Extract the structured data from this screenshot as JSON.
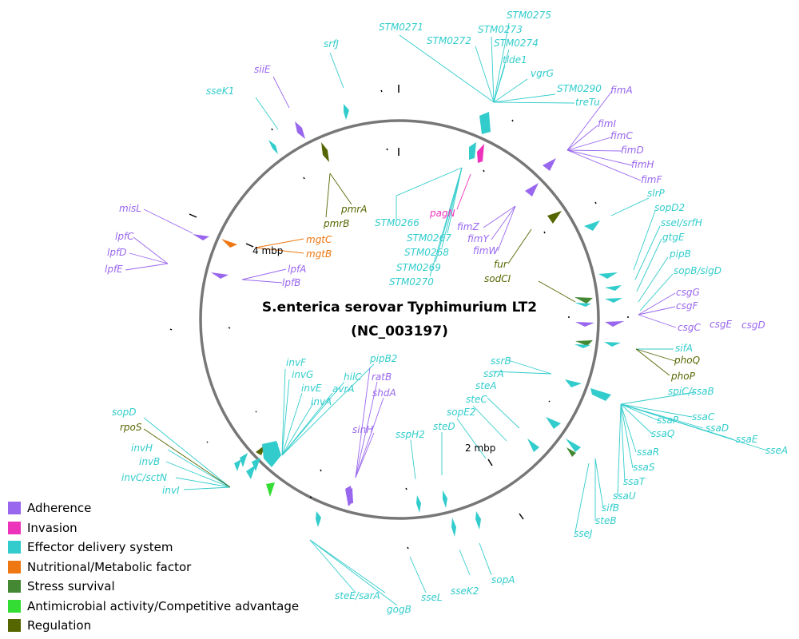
{
  "title": {
    "line1": "S.enterica serovar Typhimurium LT2",
    "line2": "(NC_003197)"
  },
  "scale_labels": {
    "mbp4": "4 mbp",
    "mbp2": "2 mbp"
  },
  "colors": {
    "adherence": "#9966ee",
    "invasion": "#ee33bb",
    "effector": "#33cccc",
    "nutritional": "#ee7711",
    "stress": "#448833",
    "antimicrobial": "#33dd33",
    "regulation": "#556600"
  },
  "legend": [
    {
      "label": "Adherence",
      "color": "#9966ee"
    },
    {
      "label": "Invasion",
      "color": "#ee33bb"
    },
    {
      "label": "Effector delivery system",
      "color": "#33cccc"
    },
    {
      "label": "Nutritional/Metabolic factor",
      "color": "#ee7711"
    },
    {
      "label": "Stress survival",
      "color": "#448833"
    },
    {
      "label": "Antimicrobial activity/Competitive advantage",
      "color": "#33dd33"
    },
    {
      "label": "Regulation",
      "color": "#556600"
    }
  ],
  "gene_labels": [
    {
      "text": "STM0275",
      "cat": "effector"
    },
    {
      "text": "STM0271",
      "cat": "effector"
    },
    {
      "text": "STM0273",
      "cat": "effector"
    },
    {
      "text": "STM0272",
      "cat": "effector"
    },
    {
      "text": "STM0274",
      "cat": "effector"
    },
    {
      "text": "tlde1",
      "cat": "effector"
    },
    {
      "text": "vgrG",
      "cat": "effector"
    },
    {
      "text": "STM0290",
      "cat": "effector"
    },
    {
      "text": "treTu",
      "cat": "effector"
    },
    {
      "text": "fimA",
      "cat": "adherence"
    },
    {
      "text": "srfJ",
      "cat": "effector"
    },
    {
      "text": "siiE",
      "cat": "adherence"
    },
    {
      "text": "sseK1",
      "cat": "effector"
    },
    {
      "text": "fimI",
      "cat": "adherence"
    },
    {
      "text": "fimC",
      "cat": "adherence"
    },
    {
      "text": "fimD",
      "cat": "adherence"
    },
    {
      "text": "fimH",
      "cat": "adherence"
    },
    {
      "text": "fimF",
      "cat": "adherence"
    },
    {
      "text": "slrP",
      "cat": "effector"
    },
    {
      "text": "sopD2",
      "cat": "effector"
    },
    {
      "text": "sseI/srfH",
      "cat": "effector"
    },
    {
      "text": "gtgE",
      "cat": "effector"
    },
    {
      "text": "pipB",
      "cat": "effector"
    },
    {
      "text": "sopB/sigD",
      "cat": "effector"
    },
    {
      "text": "csgG",
      "cat": "adherence"
    },
    {
      "text": "csgF",
      "cat": "adherence"
    },
    {
      "text": "csgC",
      "cat": "adherence"
    },
    {
      "text": "csgE",
      "cat": "adherence"
    },
    {
      "text": "csgD",
      "cat": "adherence"
    },
    {
      "text": "pmrA",
      "cat": "regulation"
    },
    {
      "text": "pmrB",
      "cat": "regulation"
    },
    {
      "text": "STM0266",
      "cat": "effector"
    },
    {
      "text": "pagN",
      "cat": "invasion"
    },
    {
      "text": "STM0267",
      "cat": "effector"
    },
    {
      "text": "STM0268",
      "cat": "effector"
    },
    {
      "text": "STM0269",
      "cat": "effector"
    },
    {
      "text": "STM0270",
      "cat": "effector"
    },
    {
      "text": "fimZ",
      "cat": "adherence"
    },
    {
      "text": "fimY",
      "cat": "adherence"
    },
    {
      "text": "fimW",
      "cat": "adherence"
    },
    {
      "text": "fur",
      "cat": "regulation"
    },
    {
      "text": "sodCI",
      "cat": "regulation"
    },
    {
      "text": "misL",
      "cat": "adherence"
    },
    {
      "text": "lpfC",
      "cat": "adherence"
    },
    {
      "text": "lpfD",
      "cat": "adherence"
    },
    {
      "text": "lpfE",
      "cat": "adherence"
    },
    {
      "text": "mgtC",
      "cat": "nutritional"
    },
    {
      "text": "mgtB",
      "cat": "nutritional"
    },
    {
      "text": "lpfA",
      "cat": "adherence"
    },
    {
      "text": "lpfB",
      "cat": "adherence"
    },
    {
      "text": "sifA",
      "cat": "effector"
    },
    {
      "text": "phoQ",
      "cat": "regulation"
    },
    {
      "text": "phoP",
      "cat": "regulation"
    },
    {
      "text": "ssrB",
      "cat": "effector"
    },
    {
      "text": "ssrA",
      "cat": "effector"
    },
    {
      "text": "steA",
      "cat": "effector"
    },
    {
      "text": "steC",
      "cat": "effector"
    },
    {
      "text": "sopE2",
      "cat": "effector"
    },
    {
      "text": "steD",
      "cat": "effector"
    },
    {
      "text": "sspH2",
      "cat": "effector"
    },
    {
      "text": "spiC/ssaB",
      "cat": "effector"
    },
    {
      "text": "ssaC",
      "cat": "effector"
    },
    {
      "text": "ssaP",
      "cat": "effector"
    },
    {
      "text": "ssaD",
      "cat": "effector"
    },
    {
      "text": "ssaQ",
      "cat": "effector"
    },
    {
      "text": "ssaE",
      "cat": "effector"
    },
    {
      "text": "ssaR",
      "cat": "effector"
    },
    {
      "text": "sseA",
      "cat": "effector"
    },
    {
      "text": "ssaS",
      "cat": "effector"
    },
    {
      "text": "ssaT",
      "cat": "effector"
    },
    {
      "text": "ssaU",
      "cat": "effector"
    },
    {
      "text": "sifB",
      "cat": "effector"
    },
    {
      "text": "steB",
      "cat": "effector"
    },
    {
      "text": "sseJ",
      "cat": "effector"
    },
    {
      "text": "invF",
      "cat": "effector"
    },
    {
      "text": "invG",
      "cat": "effector"
    },
    {
      "text": "invE",
      "cat": "effector"
    },
    {
      "text": "invA",
      "cat": "effector"
    },
    {
      "text": "hilC",
      "cat": "effector"
    },
    {
      "text": "avrA",
      "cat": "effector"
    },
    {
      "text": "pipB2",
      "cat": "effector"
    },
    {
      "text": "ratB",
      "cat": "adherence"
    },
    {
      "text": "shdA",
      "cat": "adherence"
    },
    {
      "text": "sinH",
      "cat": "adherence"
    },
    {
      "text": "sopD",
      "cat": "effector"
    },
    {
      "text": "rpoS",
      "cat": "regulation"
    },
    {
      "text": "invH",
      "cat": "effector"
    },
    {
      "text": "invB",
      "cat": "effector"
    },
    {
      "text": "invC/sctN",
      "cat": "effector"
    },
    {
      "text": "invI",
      "cat": "effector"
    },
    {
      "text": "sopA",
      "cat": "effector"
    },
    {
      "text": "sseK2",
      "cat": "effector"
    },
    {
      "text": "sseL",
      "cat": "effector"
    },
    {
      "text": "steE/sarA",
      "cat": "effector"
    },
    {
      "text": "gogB",
      "cat": "effector"
    }
  ]
}
